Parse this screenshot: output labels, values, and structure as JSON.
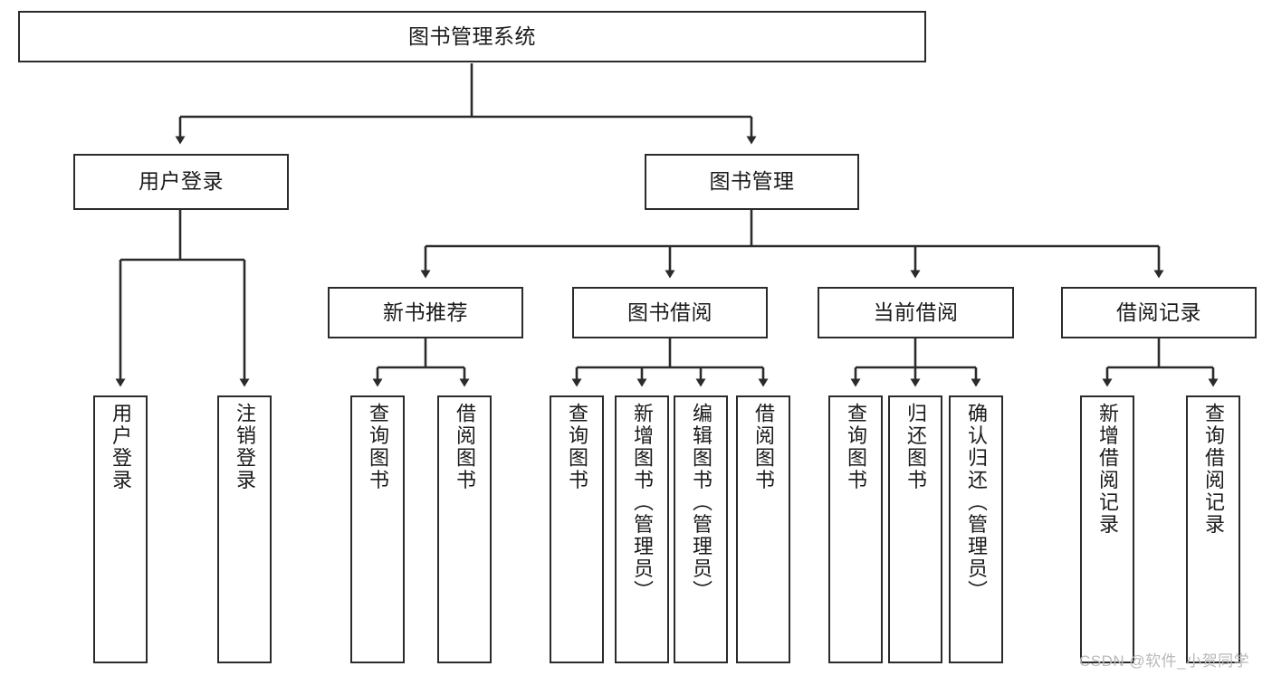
{
  "diagram": {
    "title": "图书管理系统",
    "watermark": "CSDN @软件_小贺同学",
    "stroke_color": "#2b2b2b",
    "background_color": "#ffffff",
    "text_color": "#1a1a1a",
    "nodes": {
      "root": {
        "label": "图书管理系统"
      },
      "level2": [
        {
          "key": "user_login",
          "label": "用户登录"
        },
        {
          "key": "book_manage",
          "label": "图书管理"
        }
      ],
      "level3": [
        {
          "key": "new_book_rec",
          "label": "新书推荐"
        },
        {
          "key": "book_borrow",
          "label": "图书借阅"
        },
        {
          "key": "current_borrow",
          "label": "当前借阅"
        },
        {
          "key": "borrow_record",
          "label": "借阅记录"
        }
      ],
      "leaves": {
        "user_login": [
          {
            "key": "leaf_user_login",
            "label": "用户登录"
          },
          {
            "key": "leaf_logout",
            "label": "注销登录"
          }
        ],
        "new_book_rec": [
          {
            "key": "leaf_query_book_1",
            "label": "查询图书"
          },
          {
            "key": "leaf_borrow_book_1",
            "label": "借阅图书"
          }
        ],
        "book_borrow": [
          {
            "key": "leaf_query_book_2",
            "label": "查询图书"
          },
          {
            "key": "leaf_add_book",
            "label": "新增图书（管理员）"
          },
          {
            "key": "leaf_edit_book",
            "label": "编辑图书（管理员）"
          },
          {
            "key": "leaf_borrow_book_2",
            "label": "借阅图书"
          }
        ],
        "current_borrow": [
          {
            "key": "leaf_query_book_3",
            "label": "查询图书"
          },
          {
            "key": "leaf_return_book",
            "label": "归还图书"
          },
          {
            "key": "leaf_confirm_return",
            "label": "确认归还（管理员）"
          }
        ],
        "borrow_record": [
          {
            "key": "leaf_add_record",
            "label": "新增借阅记录"
          },
          {
            "key": "leaf_query_record",
            "label": "查询借阅记录"
          }
        ]
      }
    }
  }
}
